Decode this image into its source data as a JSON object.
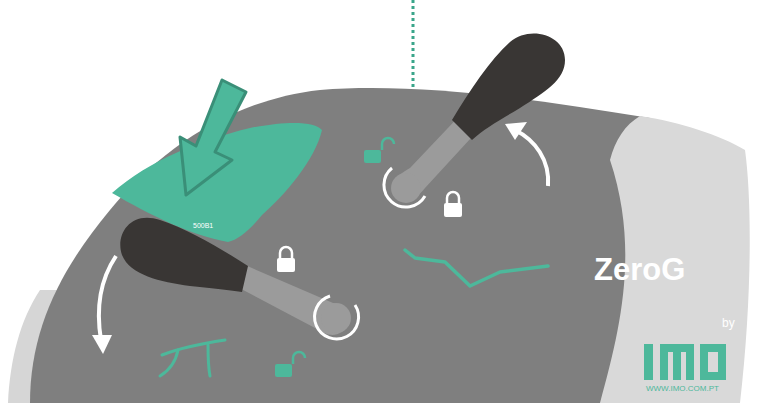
{
  "diagram": {
    "labels": [
      "500B1",
      "ZeroG",
      "by",
      "WWW.IMO.COM.PT"
    ]
  }
}
